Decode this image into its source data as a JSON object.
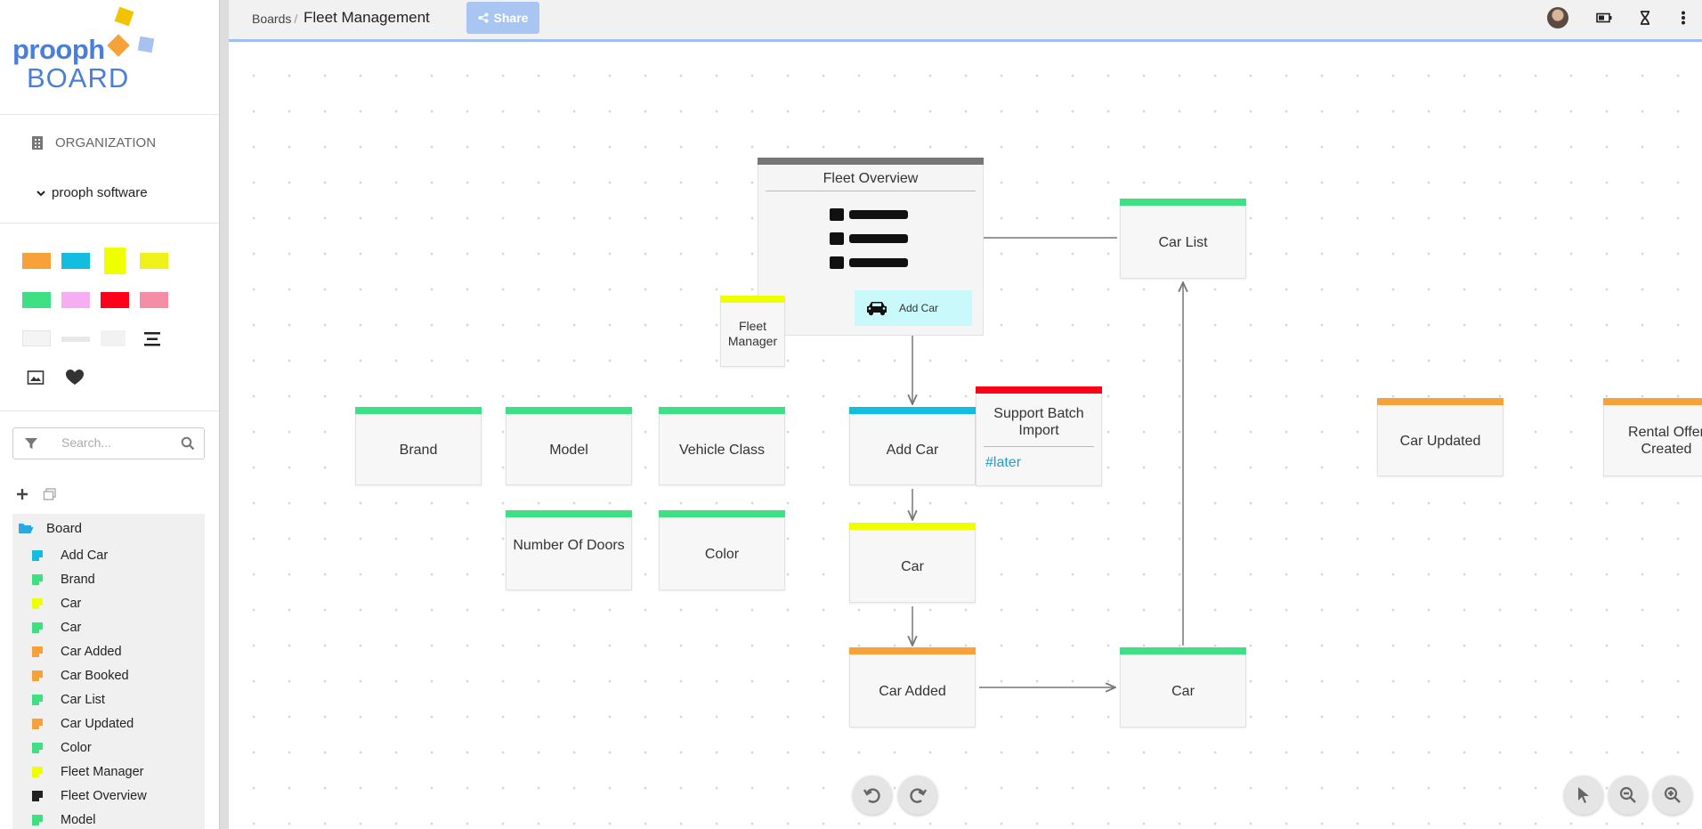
{
  "app": {
    "logo_line1": "prooph",
    "logo_line2": "BOARD"
  },
  "sidebar": {
    "organization_label": "ORGANIZATION",
    "team_label": "prooph software",
    "palette": {
      "row1": [
        "#f7a13a",
        "#12bde0",
        "#f0ff00",
        "#eef21a"
      ],
      "row2": [
        "#3ee083",
        "#f6adf2",
        "#ff0019",
        "#f58da6"
      ]
    },
    "search": {
      "placeholder": "Search..."
    },
    "tree": {
      "root_label": "Board",
      "items": [
        {
          "label": "Add Car",
          "color": "#12bde0"
        },
        {
          "label": "Brand",
          "color": "#3ee083"
        },
        {
          "label": "Car",
          "color": "#f0ff00"
        },
        {
          "label": "Car",
          "color": "#3ee083"
        },
        {
          "label": "Car Added",
          "color": "#f7a13a"
        },
        {
          "label": "Car Booked",
          "color": "#f7a13a"
        },
        {
          "label": "Car List",
          "color": "#3ee083"
        },
        {
          "label": "Car Updated",
          "color": "#f7a13a"
        },
        {
          "label": "Color",
          "color": "#3ee083"
        },
        {
          "label": "Fleet Manager",
          "color": "#f0ff00"
        },
        {
          "label": "Fleet Overview",
          "color": "#222222"
        },
        {
          "label": "Model",
          "color": "#3ee083"
        }
      ]
    }
  },
  "header": {
    "breadcrumb_boards": "Boards",
    "breadcrumb_separator": "/",
    "board_title": "Fleet Management",
    "share_label": "Share"
  },
  "canvas": {
    "fleet_overview": {
      "title": "Fleet Overview",
      "button_label": "Add Car"
    },
    "cards": {
      "brand": "Brand",
      "model": "Model",
      "vehicle_class": "Vehicle Class",
      "number_of_doors": "Number Of Doors",
      "color": "Color",
      "add_car": "Add Car",
      "car_aggregate": "Car",
      "car_added": "Car Added",
      "car_read_model": "Car",
      "car_list": "Car List",
      "fleet_manager": "Fleet Manager",
      "support_batch_import": "Support Batch Import",
      "support_tag": "#later",
      "car_updated": "Car Updated",
      "rental_offer_created": "Rental Offer Created"
    },
    "colors": {
      "command": "#12bde0",
      "aggregate": "#f0ff00",
      "event": "#f7a13a",
      "information": "#3ee083",
      "hotspot": "#ff0019",
      "ui": "#777777",
      "role": "#f0ff00"
    }
  }
}
